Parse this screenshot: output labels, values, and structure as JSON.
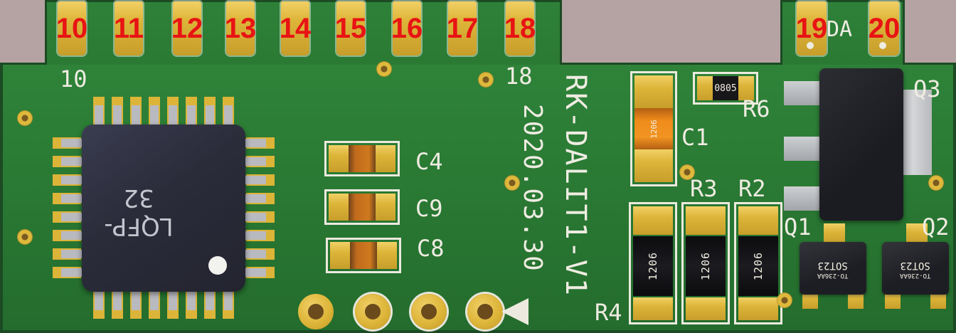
{
  "colors": {
    "background": "#b5a3a3",
    "board_green": "#2b7a34",
    "board_edge_dark": "#1b4a23",
    "pad_gold": "#dcb438",
    "silkscreen_white": "#efece2",
    "pin_label_red": "#e81414",
    "ic_body_dark": "#2a2c3a",
    "capacitor_orange": "#ef8c1a",
    "resistor_body_black": "#141418",
    "lead_gray": "#b9bac0"
  },
  "edge_connector": {
    "left_pins": [
      "10",
      "11",
      "12",
      "13",
      "14",
      "15",
      "16",
      "17",
      "18"
    ],
    "right_pins": [
      "19",
      "20"
    ],
    "da_label": "DA"
  },
  "board": {
    "silk_pin10": "10",
    "silk_pin18": "18",
    "name_vertical": "RK-DALIT1-V1",
    "date_vertical": "2020.03.30"
  },
  "components": {
    "mcu": {
      "package_label": "LQFP-32"
    },
    "c4": {
      "refdes": "C4"
    },
    "c9": {
      "refdes": "C9"
    },
    "c8": {
      "refdes": "C8"
    },
    "c1": {
      "refdes": "C1",
      "marking": "1206"
    },
    "r6": {
      "refdes": "R6",
      "marking": "0805"
    },
    "r3": {
      "refdes": "R3"
    },
    "r2": {
      "refdes": "R2"
    },
    "r4": {
      "refdes": "R4"
    },
    "resistor_bank_markings": [
      "1206",
      "1206",
      "1206"
    ],
    "q1": {
      "refdes": "Q1",
      "marking_line1": "SOT23",
      "marking_line2": "TO-236AA"
    },
    "q2": {
      "refdes": "Q2",
      "marking_line1": "SOT23",
      "marking_line2": "TO-236AA"
    },
    "q3": {
      "refdes": "Q3"
    }
  }
}
